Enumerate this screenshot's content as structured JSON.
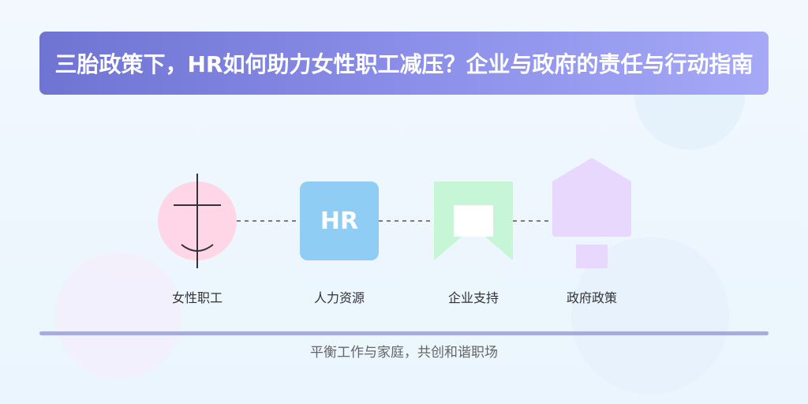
{
  "title": "三胎政策下，HR如何助力女性职工减压？企业与政府的责任与行动指南",
  "nodes": [
    {
      "label": "女性职工",
      "icon": "female-worker-icon",
      "color": "#ffd6e6"
    },
    {
      "label": "人力资源",
      "icon": "hr-icon",
      "badge": "HR",
      "color": "#90cdf4"
    },
    {
      "label": "企业支持",
      "icon": "enterprise-support-icon",
      "color": "#c6f6d5"
    },
    {
      "label": "政府政策",
      "icon": "government-building-icon",
      "color": "#e9d8fd"
    }
  ],
  "footer": "平衡工作与家庭，共创和谐职场",
  "colors": {
    "title_gradient_start": "#6f73d2",
    "title_gradient_end": "#a6a9f6",
    "divider": "#a7acdc"
  }
}
